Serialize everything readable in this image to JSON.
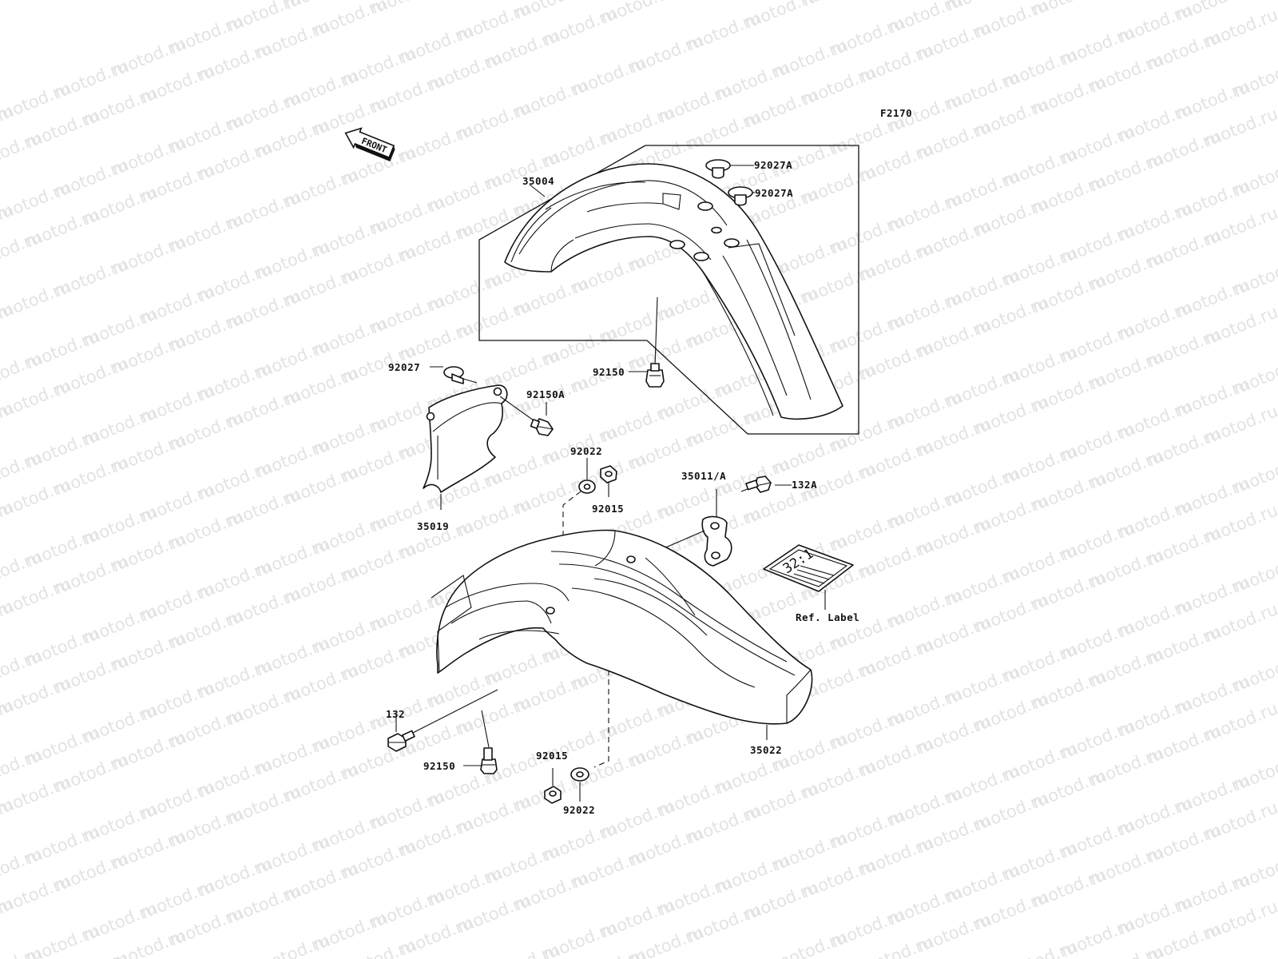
{
  "watermark": {
    "text": "motod.ru",
    "color": "#e3e3e3"
  },
  "figure_code": "F2170",
  "front_arrow": {
    "label": "FRONT"
  },
  "ref_label": {
    "text": "Ref. Label",
    "plate_text": "32:1"
  },
  "callouts": {
    "p35004": "35004",
    "p92027A_1": "92027A",
    "p92027A_2": "92027A",
    "p92150_top": "92150",
    "p92027": "92027",
    "p92150A": "92150A",
    "p35019": "35019",
    "p92022_top": "92022",
    "p92015_top": "92015",
    "p35011A": "35011/A",
    "p132A": "132A",
    "p132": "132",
    "p92150_bottom": "92150",
    "p92015_bottom": "92015",
    "p92022_bottom": "92022",
    "p35022": "35022"
  }
}
